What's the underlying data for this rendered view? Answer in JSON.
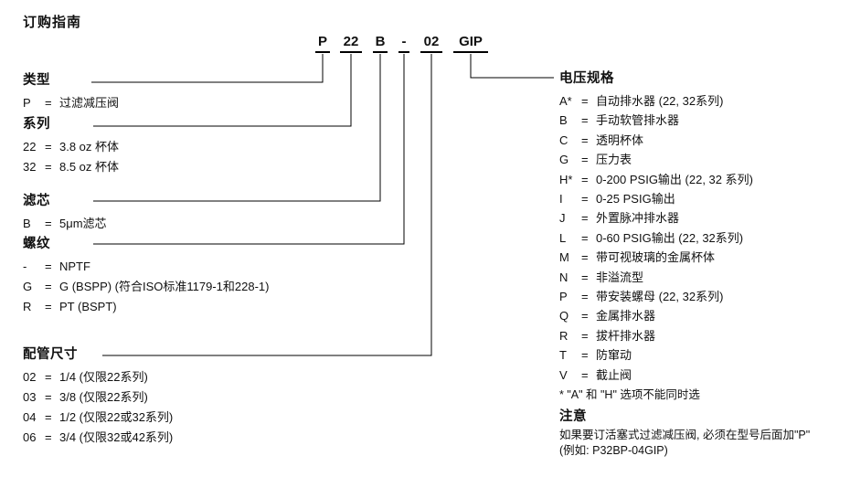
{
  "title": "订购指南",
  "equals": "=",
  "colors": {
    "text": "#111111",
    "line": "#000000",
    "background": "#ffffff"
  },
  "part_number": {
    "segments": [
      "P",
      "22",
      "B",
      "-",
      "02",
      "GIP"
    ]
  },
  "left_sections": [
    {
      "heading": "类型",
      "items": [
        {
          "code": "P",
          "desc": "过滤减压阀"
        }
      ]
    },
    {
      "heading": "系列",
      "items": [
        {
          "code": "22",
          "desc": "3.8 oz 杯体"
        },
        {
          "code": "32",
          "desc": "8.5 oz 杯体"
        }
      ]
    },
    {
      "heading": "滤芯",
      "items": [
        {
          "code": "B",
          "desc": "5μm滤芯"
        }
      ]
    },
    {
      "heading": "螺纹",
      "items": [
        {
          "code": "-",
          "desc": "NPTF"
        },
        {
          "code": "G",
          "desc": "G (BSPP) (符合ISO标准1179-1和228-1)"
        },
        {
          "code": "R",
          "desc": "PT (BSPT)"
        }
      ]
    },
    {
      "heading": "配管尺寸",
      "items": [
        {
          "code": "02",
          "desc": "1/4 (仅限22系列)"
        },
        {
          "code": "03",
          "desc": "3/8 (仅限22系列)"
        },
        {
          "code": "04",
          "desc": "1/2 (仅限22或32系列)"
        },
        {
          "code": "06",
          "desc": "3/4 (仅限32或42系列)"
        }
      ]
    }
  ],
  "right_section": {
    "heading": "电压规格",
    "items": [
      {
        "code": "A*",
        "desc": "自动排水器 (22, 32系列)"
      },
      {
        "code": "B",
        "desc": "手动软管排水器"
      },
      {
        "code": "C",
        "desc": "透明杯体"
      },
      {
        "code": "G",
        "desc": "压力表"
      },
      {
        "code": "H*",
        "desc": "0-200 PSIG输出 (22, 32 系列)"
      },
      {
        "code": "I",
        "desc": "0-25 PSIG输出"
      },
      {
        "code": "J",
        "desc": "外置脉冲排水器"
      },
      {
        "code": "L",
        "desc": "0-60 PSIG输出 (22, 32系列)"
      },
      {
        "code": "M",
        "desc": "带可视玻璃的金属杯体"
      },
      {
        "code": "N",
        "desc": "非溢流型"
      },
      {
        "code": "P",
        "desc": "带安装螺母 (22, 32系列)"
      },
      {
        "code": "Q",
        "desc": "金属排水器"
      },
      {
        "code": "R",
        "desc": "拔杆排水器"
      },
      {
        "code": "T",
        "desc": "防窜动"
      },
      {
        "code": "V",
        "desc": "截止阀"
      }
    ],
    "footnote": "* \"A\" 和 \"H\" 选项不能同时选"
  },
  "note": {
    "heading": "注意",
    "line1": "如果要订活塞式过滤减压阀, 必须在型号后面加\"P\"",
    "line2": "(例如: P32BP-04GIP)"
  }
}
